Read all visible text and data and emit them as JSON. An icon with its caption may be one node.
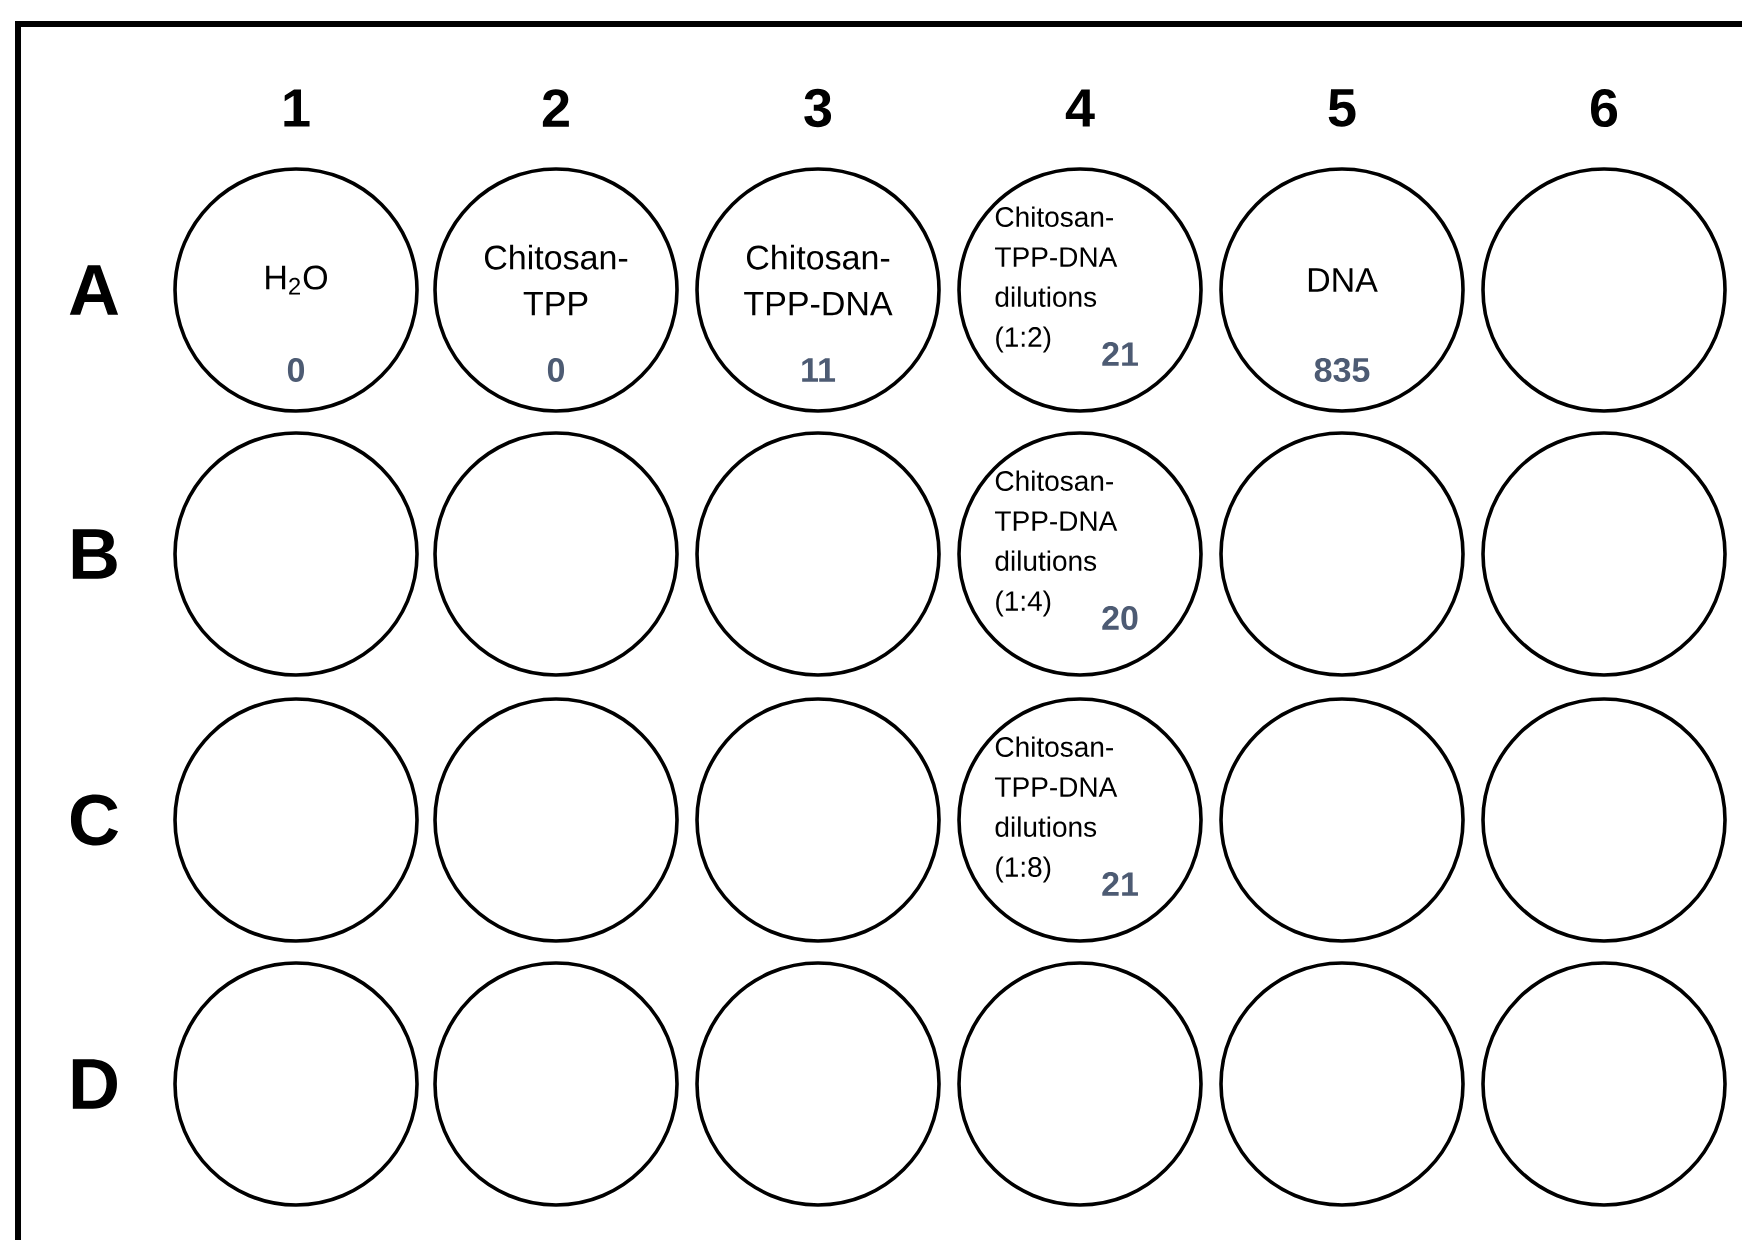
{
  "diagram": {
    "nodes": [
      {
        "text": [
          "H$_{2}$O",
          "0"
        ]
      },
      {
        "text": [
          "Chitosan-TPP",
          "0"
        ]
      },
      {
        "text": [
          "Chitosan-TPP-DNA",
          "11"
        ]
      },
      {
        "text": [
          "Chitosan-TPP-DNA dilutions (1:2)",
          "21"
        ]
      },
      {
        "text": [
          "DNA",
          "835"
        ]
      },
      {
        "text": [],
        "shape": "circle"
      },
      {
        "text": [],
        "shape": "circle"
      },
      {
        "text": [],
        "shape": "circle"
      },
      {
        "text": [],
        "shape": "circle"
      },
      {
        "text": [
          "Chitosan-TPP-DNA dilutions (1:4)",
          "20"
        ]
      },
      {
        "text": [],
        "shape": "circle"
      },
      {
        "text": [],
        "shape": "circle"
      },
      {
        "text": [],
        "shape": "circle"
      },
      {
        "text": [],
        "shape": "circle"
      },
      {
        "text": [],
        "shape": "circle"
      },
      {
        "text": [
          "Chitosan-TPP-DNA dilutions (1:8)",
          "21"
        ]
      },
      {
        "text": [],
        "shape": "circle"
      },
      {
        "text": [],
        "shape": "circle"
      },
      {
        "text": [],
        "shape": "circle"
      },
      {
        "text": [],
        "shape": "circle"
      },
      {
        "text": [],
        "shape": "circle"
      },
      {
        "text": [],
        "shape": "circle"
      },
      {
        "text": [],
        "shape": "circle"
      },
      {
        "text": [],
        "shape": "circle"
      }
    ],
    "labels": [
      "1",
      "2",
      "3",
      "4",
      "5",
      "6",
      "A",
      "B",
      "C",
      "D"
    ]
  }
}
